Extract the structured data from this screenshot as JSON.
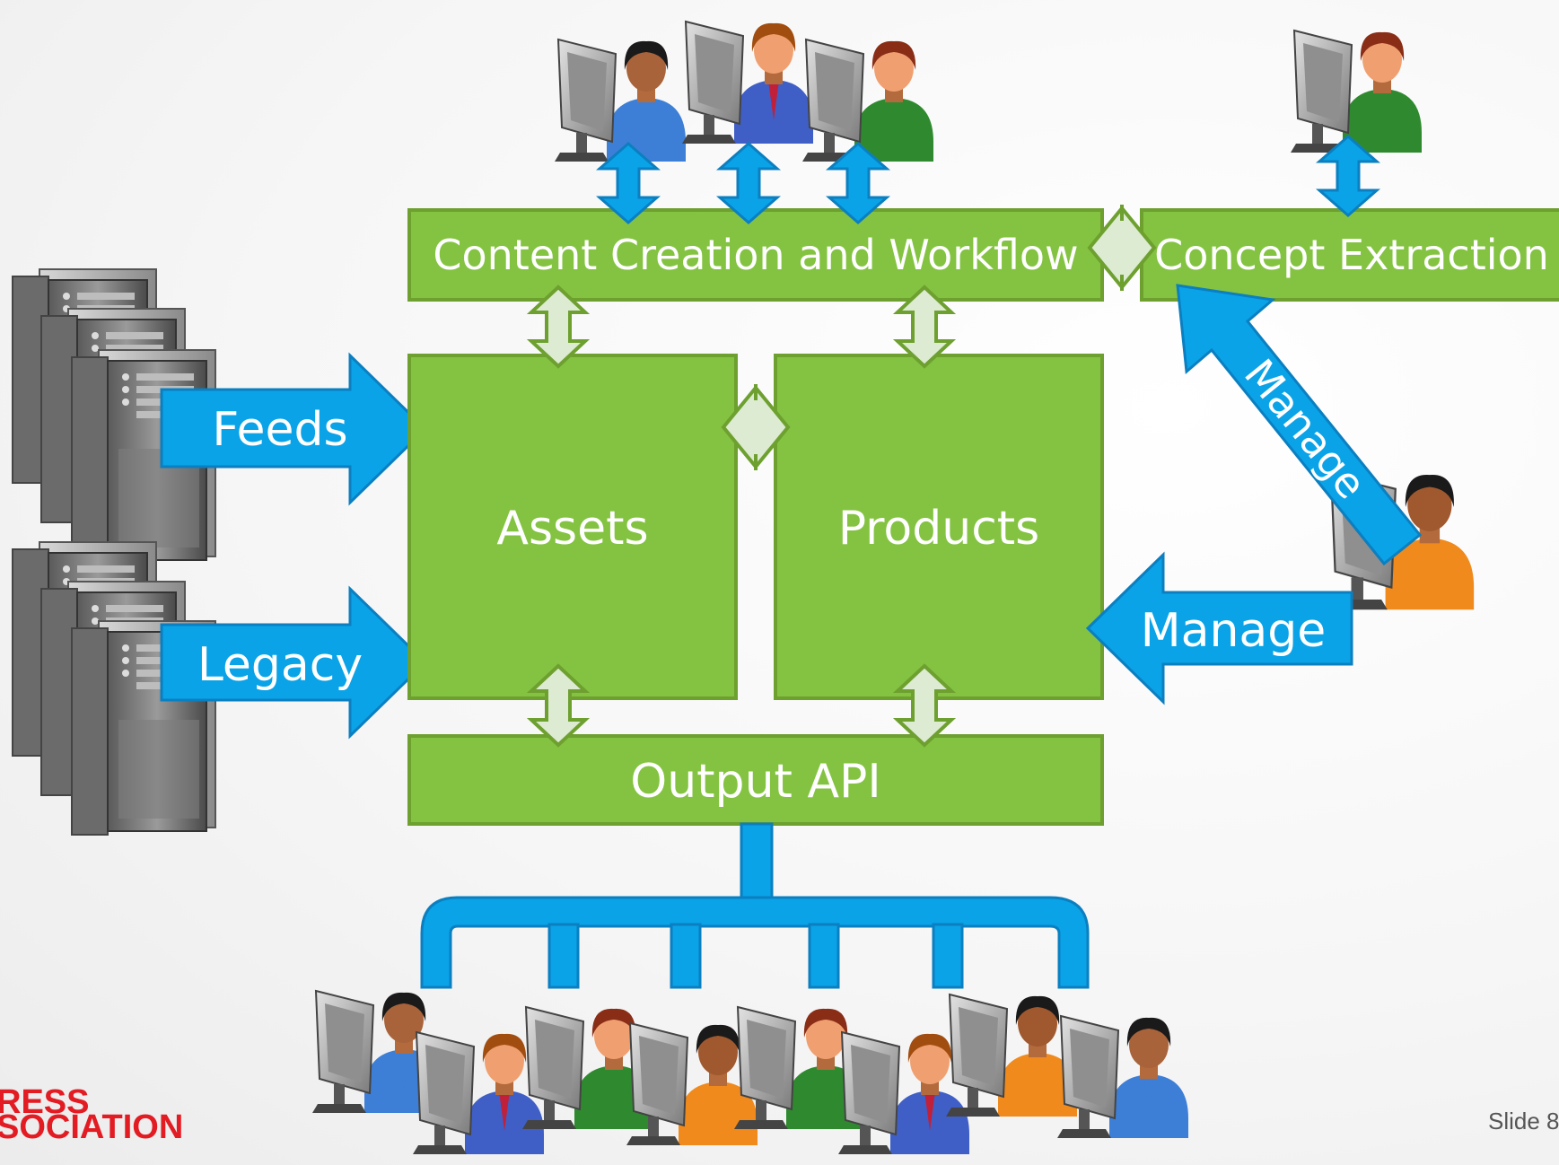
{
  "boxes": {
    "content_creation": "Content Creation and Workflow",
    "concept_extraction": "Concept Extraction",
    "assets": "Assets",
    "products": "Products",
    "output_api": "Output API"
  },
  "inputs": {
    "feeds": "Feeds",
    "legacy": "Legacy"
  },
  "manage": {
    "diagonal": "Manage",
    "horizontal": "Manage"
  },
  "logo": {
    "line1": "RESS",
    "line2": "SOCIATION"
  },
  "footer": {
    "slide_number": "Slide 8"
  },
  "colors": {
    "box_green": "#84c341",
    "box_border": "#6ea030",
    "arrow_blue": "#0aa3e8",
    "connector_fill": "#dcebd2",
    "logo_red": "#e31b23"
  },
  "icons": [
    "server-rack-icon",
    "user-at-computer-icon"
  ]
}
